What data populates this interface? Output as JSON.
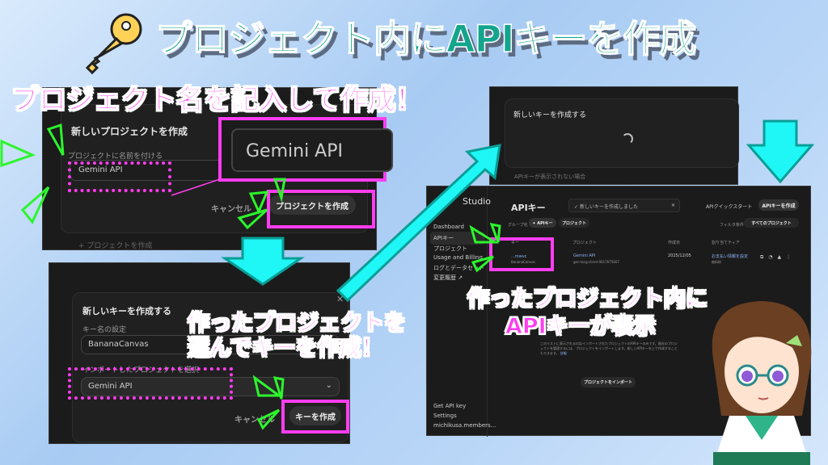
{
  "title": "プロジェクト内にAPIキーを作成",
  "captions": {
    "step1": "プロジェクト名を記入して作成！",
    "step2_line1": "作ったプロジェクトを",
    "step2_line2": "選んでキーを作成！",
    "step4_line1": "作ったプロジェクト内に",
    "step4_line2": "APIキーが表示"
  },
  "step1": {
    "dialog_title": "新しいプロジェクトを作成",
    "name_label": "プロジェクトに名前を付ける",
    "name_value": "Gemini API",
    "zoom_value": "Gemini API",
    "cancel": "キャンセル",
    "create": "プロジェクトを作成",
    "behind_item": "+ プロジェクトを作成"
  },
  "step2": {
    "dialog_title": "新しいキーを作成する",
    "key_name_label": "キー名の設定",
    "key_name_value": "BananaCanvas",
    "project_label": "インポートしたプロジェクトを選択",
    "project_value": "Gemini API",
    "cancel": "キャンセル",
    "create": "キーを作成"
  },
  "step3": {
    "dialog_title": "新しいキーを作成する",
    "below_text": "APIキーが表示されない場合"
  },
  "step4": {
    "app_name": "Studio",
    "sidebar": [
      "Dashboard",
      "APIキー",
      "プロジェクト",
      "Usage and Billing",
      "ログとデータセット",
      "変更履歴 ↗"
    ],
    "sidebar_bottom": [
      "Get API key",
      "Settings",
      "michikusa.members..."
    ],
    "page_title": "APIキー",
    "toast": "新しいキーを作成しました",
    "quickstart": "APIクイックスタート",
    "create_key": "APIキーを作成",
    "group_label": "グループ化",
    "group_apikey": "✦ APIキー",
    "group_project": "プロジェクト",
    "filter_label": "フィルタ条件",
    "filter_value": "すべてのプロジェクト",
    "columns": [
      "キー",
      "プロジェクト",
      "作成日",
      "割り当てティア"
    ],
    "row": {
      "key": "...mwvc",
      "key_name": "BananaCanvas",
      "project": "Gemini API",
      "project_id": "gen-lang-client-0017675667",
      "created": "2025/12/05",
      "tier": "お支払い情報を設定",
      "tier_sub": "無料枠"
    },
    "info_text": "このリストに表示されるのはインポートされたプロジェクトのAPIキーのみです。既存のプロジェクトを管理するには、プロジェクトをインポートします。新しいAPIキーを上で作成することもできます。",
    "info_link": "詳細",
    "import_button": "プロジェクトをインポート"
  },
  "colors": {
    "title": "#13a58d",
    "caption": "#ff3df0",
    "arrow": "#1ff6f6",
    "accent_green": "#2cf52c"
  }
}
